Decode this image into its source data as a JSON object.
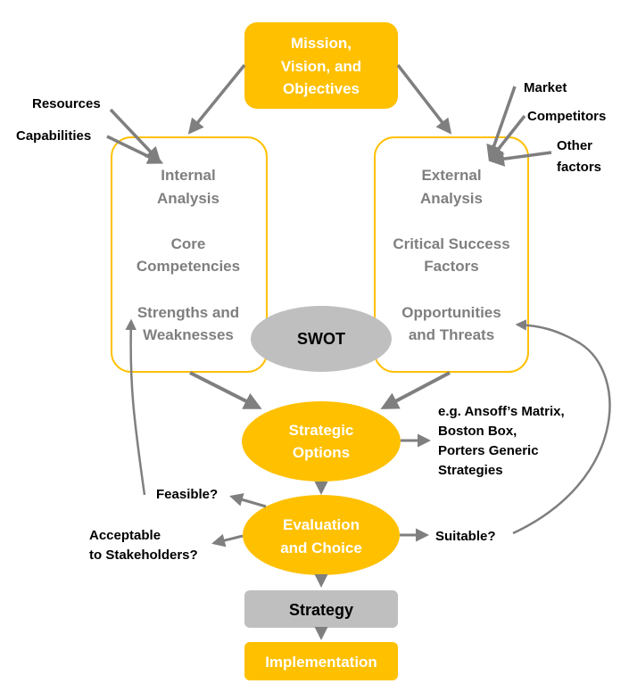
{
  "colors": {
    "accent": "#FFC000",
    "grey_fill": "#BFBFBF",
    "arrow": "#7F7F7F",
    "grey_text": "#7F7F7F"
  },
  "mission": {
    "lines": [
      "Mission,",
      "Vision, and",
      "Objectives"
    ]
  },
  "internal": {
    "l1": [
      "Internal",
      "Analysis"
    ],
    "l2": [
      "Core",
      "Competencies"
    ],
    "l3": [
      "Strengths and",
      "Weaknesses"
    ]
  },
  "external": {
    "l1": [
      "External",
      "Analysis"
    ],
    "l2": [
      "Critical Success",
      "Factors"
    ],
    "l3": [
      "Opportunities",
      "and Threats"
    ]
  },
  "swot": "SWOT",
  "inputs_internal": [
    "Resources",
    "Capabilities"
  ],
  "inputs_external": {
    "market": "Market",
    "competitors": "Competitors",
    "other": [
      "Other",
      "factors"
    ]
  },
  "options": {
    "lines": [
      "Strategic",
      "Options"
    ]
  },
  "examples": [
    "e.g. Ansoff’s Matrix,",
    "Boston Box,",
    "Porters Generic",
    "Strategies"
  ],
  "evaluation": {
    "lines": [
      "Evaluation",
      "and Choice"
    ]
  },
  "criteria": {
    "feasible": "Feasible?",
    "acceptable": [
      "Acceptable",
      "to Stakeholders?"
    ],
    "suitable": "Suitable?"
  },
  "strategy": "Strategy",
  "implementation": "Implementation"
}
